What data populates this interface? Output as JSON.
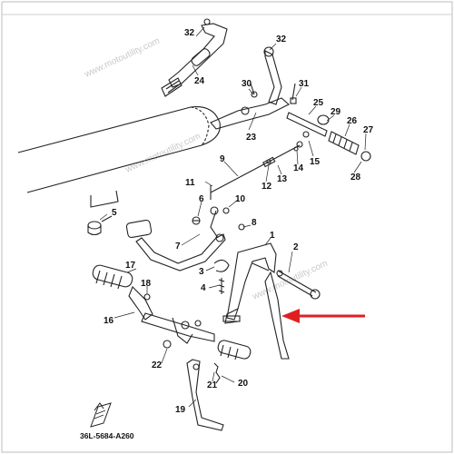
{
  "diagram": {
    "callouts": [
      {
        "id": "c32a",
        "label": "32"
      },
      {
        "id": "c24",
        "label": "24"
      },
      {
        "id": "c32b",
        "label": "32"
      },
      {
        "id": "c30",
        "label": "30"
      },
      {
        "id": "c31",
        "label": "31"
      },
      {
        "id": "c25",
        "label": "25"
      },
      {
        "id": "c23",
        "label": "23"
      },
      {
        "id": "c29",
        "label": "29"
      },
      {
        "id": "c26",
        "label": "26"
      },
      {
        "id": "c27",
        "label": "27"
      },
      {
        "id": "c28",
        "label": "28"
      },
      {
        "id": "c15",
        "label": "15"
      },
      {
        "id": "c14",
        "label": "14"
      },
      {
        "id": "c13",
        "label": "13"
      },
      {
        "id": "c12",
        "label": "12"
      },
      {
        "id": "c9",
        "label": "9"
      },
      {
        "id": "c11",
        "label": "11"
      },
      {
        "id": "c10",
        "label": "10"
      },
      {
        "id": "c6",
        "label": "6"
      },
      {
        "id": "c5",
        "label": "5"
      },
      {
        "id": "c8",
        "label": "8"
      },
      {
        "id": "c7",
        "label": "7"
      },
      {
        "id": "c1",
        "label": "1"
      },
      {
        "id": "c2",
        "label": "2"
      },
      {
        "id": "c3",
        "label": "3"
      },
      {
        "id": "c4",
        "label": "4"
      },
      {
        "id": "c17",
        "label": "17"
      },
      {
        "id": "c18",
        "label": "18"
      },
      {
        "id": "c16",
        "label": "16"
      },
      {
        "id": "c22",
        "label": "22"
      },
      {
        "id": "c21",
        "label": "21"
      },
      {
        "id": "c20",
        "label": "20"
      },
      {
        "id": "c19",
        "label": "19"
      }
    ],
    "drawing_code": "36L-5684-A260",
    "watermark": "www.motoutility.com",
    "arrow_color": "#e02020",
    "line_color": "#222222"
  }
}
